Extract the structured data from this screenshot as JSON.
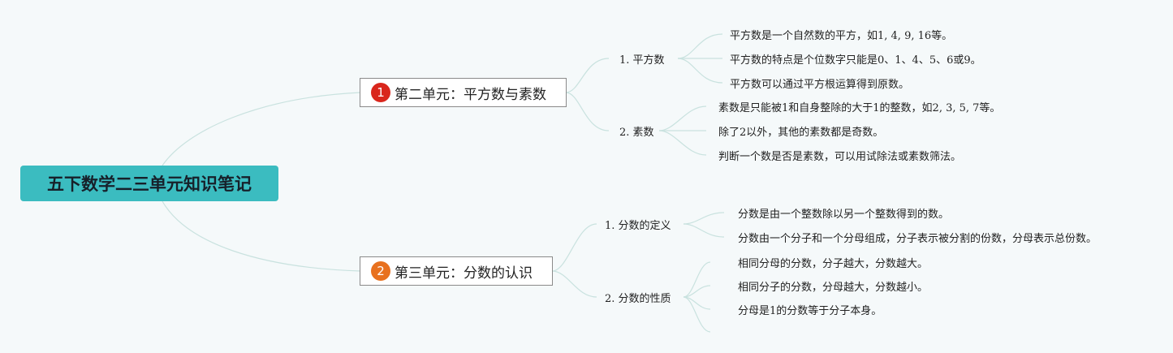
{
  "root": {
    "title": "五下数学二三单元知识笔记"
  },
  "units": [
    {
      "badge": "1",
      "badge_color": "#d9261c",
      "title": "第二单元：平方数与素数",
      "topics": [
        {
          "label": "1. 平方数",
          "points": [
            "平方数是一个自然数的平方，如1, 4, 9, 16等。",
            "平方数的特点是个位数字只能是0、1、4、5、6或9。",
            "平方数可以通过平方根运算得到原数。"
          ]
        },
        {
          "label": "2. 素数",
          "points": [
            "素数是只能被1和自身整除的大于1的整数，如2, 3, 5, 7等。",
            "除了2以外，其他的素数都是奇数。",
            "判断一个数是否是素数，可以用试除法或素数筛法。"
          ]
        }
      ]
    },
    {
      "badge": "2",
      "badge_color": "#e8711f",
      "title": "第三单元：分数的认识",
      "topics": [
        {
          "label": "1. 分数的定义",
          "points": [
            "分数是由一个整数除以另一个整数得到的数。",
            "分数由一个分子和一个分母组成，分子表示被分割的份数，分母表示总份数。"
          ]
        },
        {
          "label": "2. 分数的性质",
          "points": [
            "相同分母的分数，分子越大，分数越大。",
            "相同分子的分数，分母越大，分数越小。",
            "分母是1的分数等于分子本身。"
          ]
        }
      ]
    }
  ]
}
